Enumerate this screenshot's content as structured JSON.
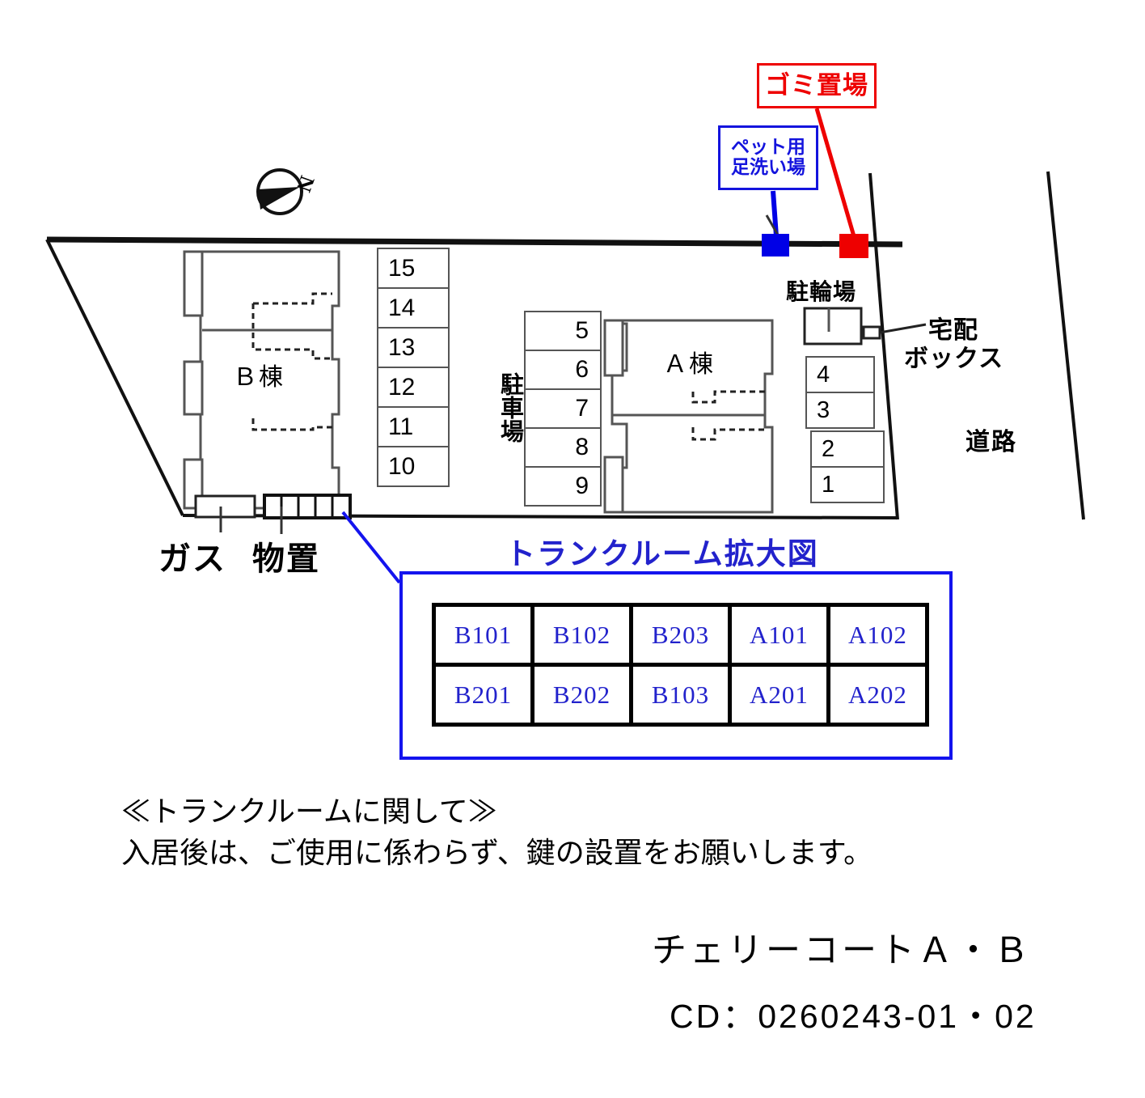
{
  "document": {
    "type": "site-layout-map",
    "property_name": "チェリーコートＡ・Ｂ",
    "property_code": "CD：0260243-01・02"
  },
  "compass": {
    "label": "N"
  },
  "callouts": {
    "garbage": {
      "label": "ゴミ置場",
      "color": "#ee0000"
    },
    "pet_wash": {
      "line1": "ペット用",
      "line2": "足洗い場",
      "color": "#1414dd"
    }
  },
  "buildings": {
    "b_building": {
      "label": "Ｂ棟"
    },
    "a_building": {
      "label": "Ａ棟"
    }
  },
  "map_labels": {
    "parking_vertical": "駐車場",
    "bicycle_parking": "駐輪場",
    "delivery_box_line1": "宅配",
    "delivery_box_line2": "ボックス",
    "road": "道路",
    "gas": "ガス",
    "storage": "物置"
  },
  "parking": {
    "left_column": [
      "15",
      "14",
      "13",
      "12",
      "11",
      "10"
    ],
    "center_column": [
      "5",
      "6",
      "7",
      "8",
      "9"
    ],
    "right_column": [
      "4",
      "3",
      "2",
      "1"
    ]
  },
  "trunk_room": {
    "title": "トランクルーム拡大図",
    "rows": [
      [
        "B101",
        "B102",
        "B203",
        "A101",
        "A102"
      ],
      [
        "B201",
        "B202",
        "B103",
        "A201",
        "A202"
      ]
    ],
    "text_color": "#2222cc",
    "border_color": "#1414ee"
  },
  "notes": {
    "text": "≪トランクルームに関して≫\n入居後は、ご使用に係わらず、鍵の設置をお願いします。"
  }
}
